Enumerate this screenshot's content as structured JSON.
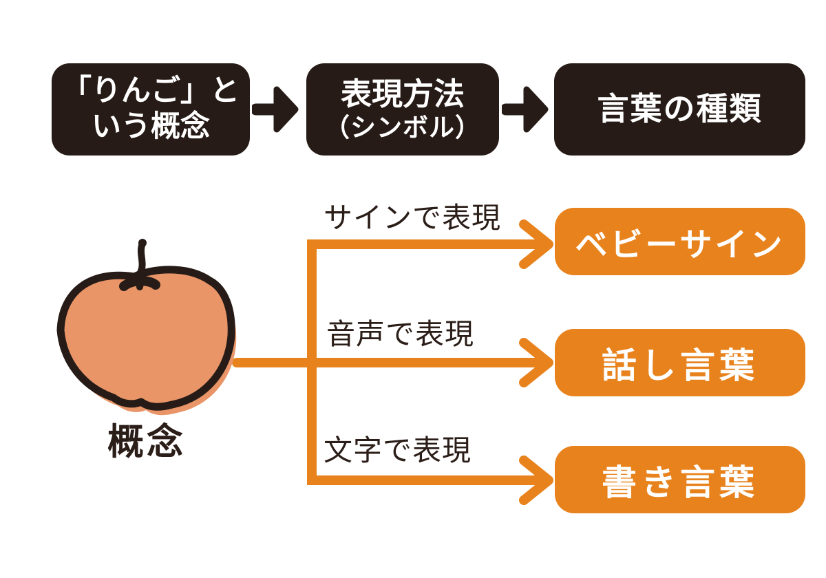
{
  "colors": {
    "dark": "#261b16",
    "orange": "#e8821c",
    "apple_fill": "#e99568",
    "label_text": "#2b1d17"
  },
  "top_flow": {
    "boxes": [
      {
        "label_line1": "「りんご」と",
        "label_line2": "いう概念"
      },
      {
        "label_line1": "表現方法",
        "label_line2": "（シンボル）"
      },
      {
        "label_line1": "言葉の種類",
        "label_line2": ""
      }
    ],
    "arrow_icon": "right-arrow"
  },
  "concept": {
    "illustration": "hand-drawn-apple",
    "label": "概念"
  },
  "branches": [
    {
      "caption": "サインで表現",
      "result": "ベビーサイン"
    },
    {
      "caption": "音声で表現",
      "result": "話し言葉"
    },
    {
      "caption": "文字で表現",
      "result": "書き言葉"
    }
  ]
}
